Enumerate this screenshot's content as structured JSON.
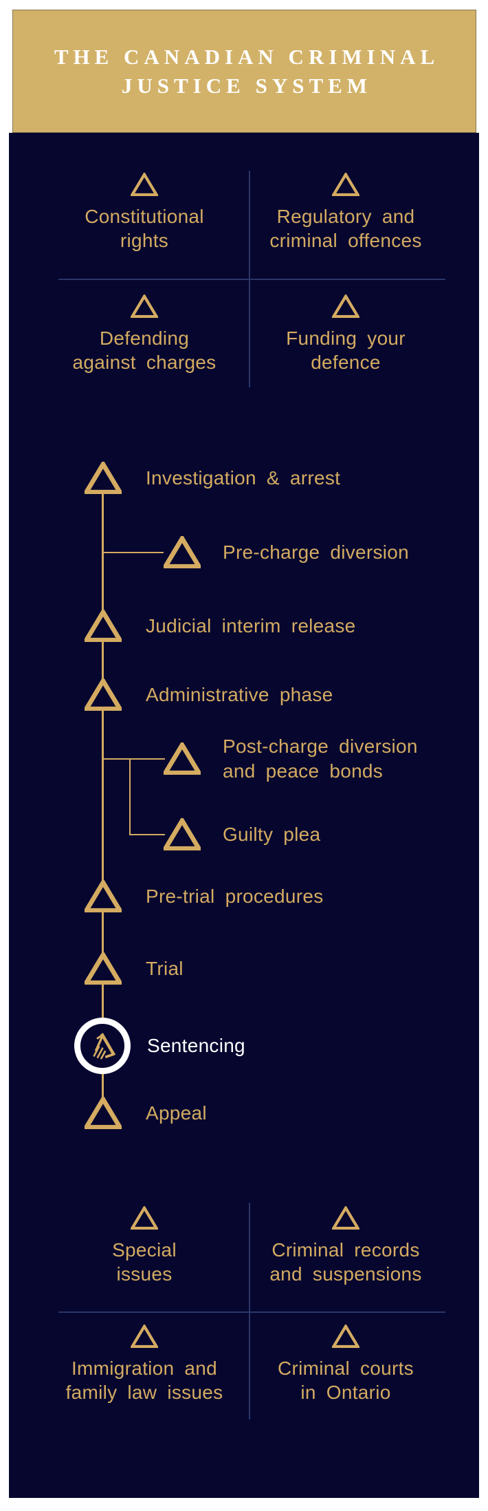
{
  "theme": {
    "page_background": "#ffffff",
    "panel_navy": "#06062f",
    "accent_gold": "#d4ab61",
    "header_gold": "#d2b269",
    "active_white": "#ffffff",
    "divider_blue": "#2b3769"
  },
  "header": {
    "title_line1": "THE CANADIAN CRIMINAL",
    "title_line2": "JUSTICE SYSTEM"
  },
  "icons": {
    "stage_marker": "triangle-outline-icon",
    "current_stage_marker": "white-ring-with-gold-emblem-logo"
  },
  "top_grid": {
    "cells": [
      {
        "line1": "Constitutional",
        "line2": "rights"
      },
      {
        "line1": "Regulatory and",
        "line2": "criminal offences"
      },
      {
        "line1": "Defending",
        "line2": "against charges"
      },
      {
        "line1": "Funding your",
        "line2": "defence"
      }
    ]
  },
  "flow": {
    "nodes": [
      {
        "label": "Investigation & arrest",
        "kind": "main"
      },
      {
        "label": "Pre-charge diversion",
        "kind": "branch"
      },
      {
        "label": "Judicial interim release",
        "kind": "main"
      },
      {
        "label": "Administrative phase",
        "kind": "main"
      },
      {
        "line1": "Post-charge diversion",
        "line2": "and peace bonds",
        "kind": "branch"
      },
      {
        "label": "Guilty plea",
        "kind": "branch"
      },
      {
        "label": "Pre-trial procedures",
        "kind": "main"
      },
      {
        "label": "Trial",
        "kind": "main"
      },
      {
        "label": "Sentencing",
        "kind": "current"
      },
      {
        "label": "Appeal",
        "kind": "main"
      }
    ]
  },
  "bottom_grid": {
    "cells": [
      {
        "line1": "Special",
        "line2": "issues"
      },
      {
        "line1": "Criminal records",
        "line2": "and suspensions"
      },
      {
        "line1": "Immigration and",
        "line2": "family law issues"
      },
      {
        "line1": "Criminal courts",
        "line2": "in Ontario"
      }
    ]
  }
}
